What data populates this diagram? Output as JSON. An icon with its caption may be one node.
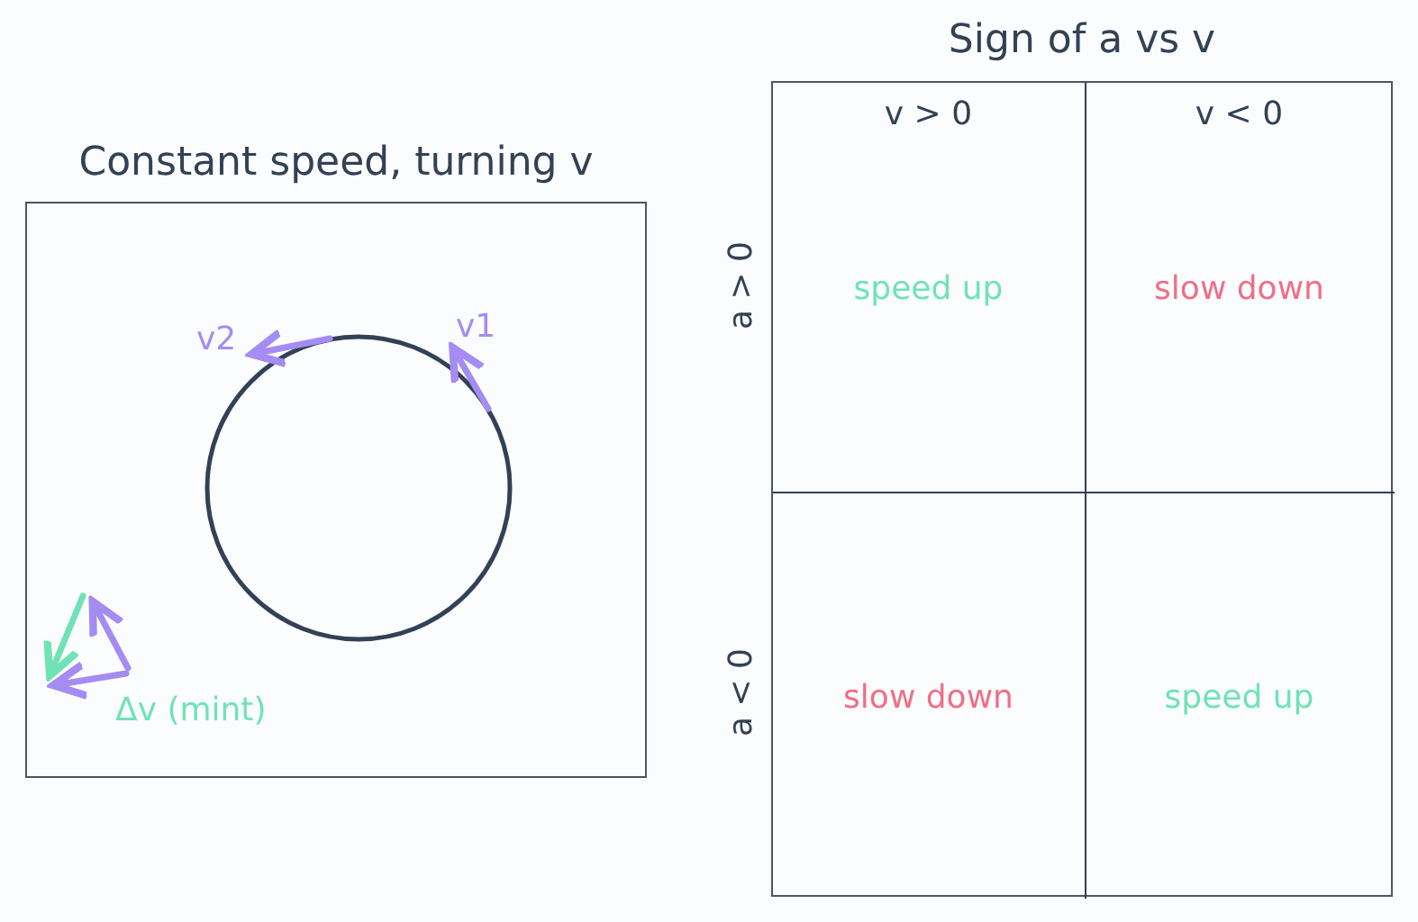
{
  "diagram": {
    "nodes": [
      {
        "text": [
          "Constant speed, turning v"
        ]
      },
      {
        "text": [
          "Sign of a vs v"
        ]
      },
      {
        "text": [
          "v > 0",
          "speed up"
        ],
        "in": 1
      },
      {
        "text": [
          "v < 0",
          "slow down"
        ],
        "in": 1
      },
      {
        "text": [
          "slow down"
        ],
        "in": 1
      },
      {
        "text": [
          "speed up"
        ],
        "in": 1
      }
    ],
    "labels": [
      "v2",
      "v1",
      "Δv (mint)",
      "a > 0",
      "a < 0"
    ]
  }
}
